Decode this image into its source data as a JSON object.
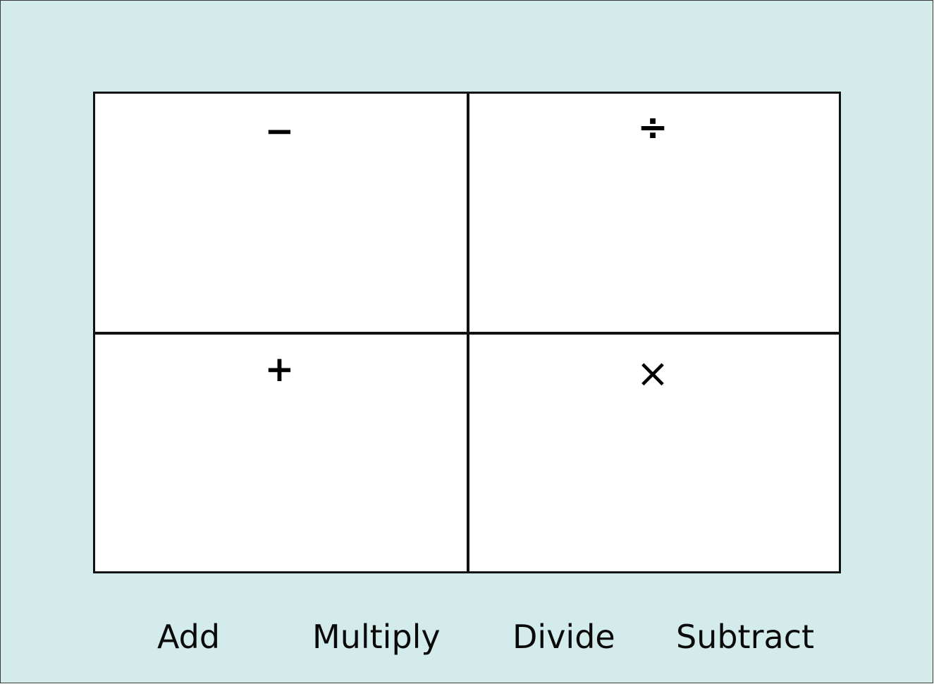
{
  "colors": {
    "background": "#d4ebec",
    "cell": "#ffffff",
    "line": "#111111"
  },
  "grid": {
    "cells": [
      {
        "position": "top-left",
        "symbol": "−",
        "icon": "minus-icon"
      },
      {
        "position": "top-right",
        "symbol": "÷",
        "icon": "divide-icon"
      },
      {
        "position": "bottom-left",
        "symbol": "+",
        "icon": "plus-icon"
      },
      {
        "position": "bottom-right",
        "symbol": "×",
        "icon": "multiply-icon"
      }
    ]
  },
  "labels": [
    "Add",
    "Multiply",
    "Divide",
    "Subtract"
  ]
}
